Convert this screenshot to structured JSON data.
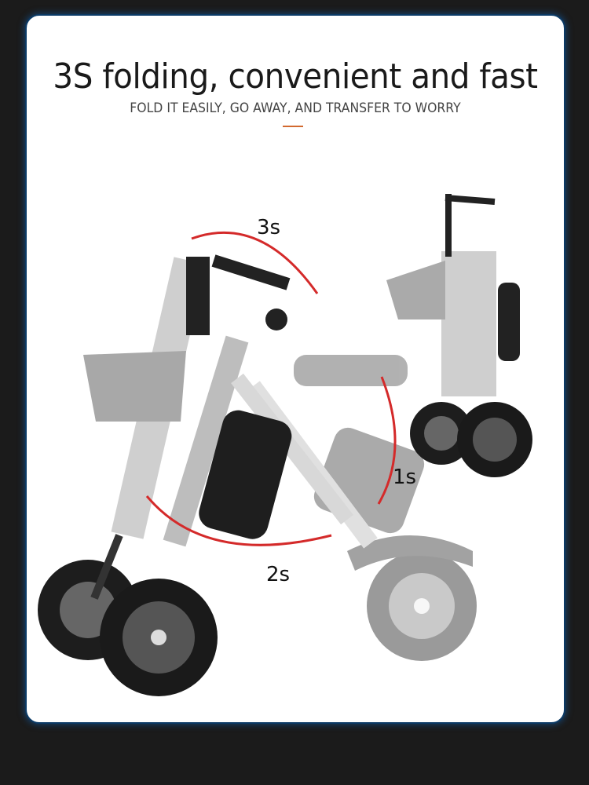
{
  "header": {
    "title": "3S folding, convenient and fast",
    "subtitle": "FOLD IT EASILY, GO AWAY, AND TRANSFER TO WORRY"
  },
  "timing_labels": {
    "handlebar": "3s",
    "seat": "1s",
    "frame": "2s"
  },
  "colors": {
    "accent": "#d2692f",
    "arc": "#d42a2a",
    "border": "#0b3a66"
  }
}
